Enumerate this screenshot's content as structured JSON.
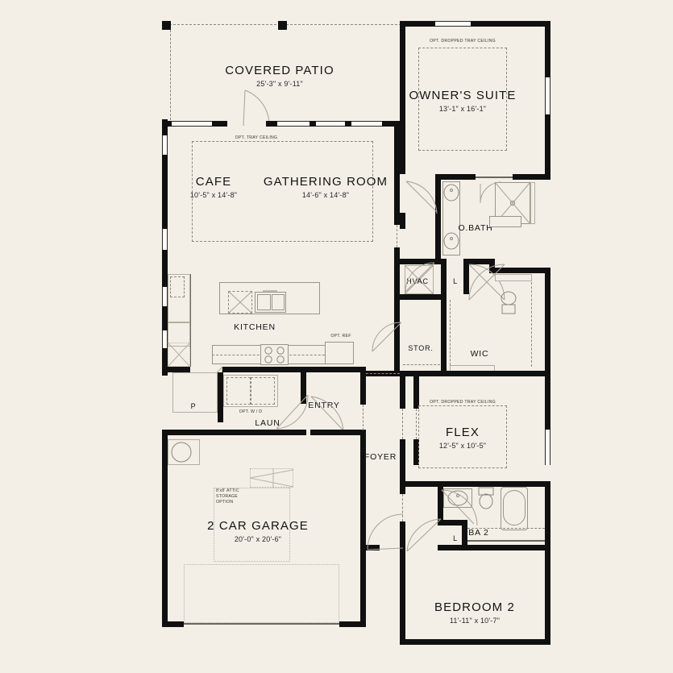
{
  "document": {
    "type": "residential-floor-plan",
    "background_color": "#f3efe6",
    "wall_color": "#111010",
    "line_color": "#8d877c"
  },
  "rooms": [
    {
      "id": "covered-patio",
      "name": "COVERED PATIO",
      "dimensions": "25'-3\" x 9'-11\""
    },
    {
      "id": "owners-suite",
      "name": "OWNER'S SUITE",
      "dimensions": "13'-1\" x 16'-1\""
    },
    {
      "id": "cafe",
      "name": "CAFE",
      "dimensions": "10'-5\" x 14'-8\""
    },
    {
      "id": "gathering-room",
      "name": "GATHERING ROOM",
      "dimensions": "14'-6\" x 14'-8\""
    },
    {
      "id": "flex",
      "name": "FLEX",
      "dimensions": "12'-5\" x 10'-5\""
    },
    {
      "id": "garage",
      "name": "2 CAR GARAGE",
      "dimensions": "20'-0\" x 20'-6\""
    },
    {
      "id": "bedroom-2",
      "name": "BEDROOM 2",
      "dimensions": "11'-11\" x 10'-7\""
    }
  ],
  "spaces": [
    {
      "id": "kitchen",
      "name": "KITCHEN"
    },
    {
      "id": "obath",
      "name": "O.BATH"
    },
    {
      "id": "hvac",
      "name": "HVAC"
    },
    {
      "id": "stor",
      "name": "STOR."
    },
    {
      "id": "wic",
      "name": "WIC"
    },
    {
      "id": "laun",
      "name": "LAUN"
    },
    {
      "id": "entry",
      "name": "ENTRY"
    },
    {
      "id": "foyer",
      "name": "FOYER"
    },
    {
      "id": "ba2",
      "name": "BA 2"
    },
    {
      "id": "pantry",
      "name": "P"
    },
    {
      "id": "linen-1",
      "name": "L"
    },
    {
      "id": "linen-2",
      "name": "L"
    }
  ],
  "annotations": {
    "patio_tray": "OPT. TRAY CEILING",
    "owners_tray": "OPT. DROPPED TRAY CEILING",
    "flex_tray": "OPT. DROPPED TRAY CEILING",
    "opt_wd": "OPT. W / D",
    "opt_ref": "OPT. REF",
    "attic_line1": "8'x8' ATTIC",
    "attic_line2": "STORAGE",
    "attic_line3": "OPTION"
  }
}
